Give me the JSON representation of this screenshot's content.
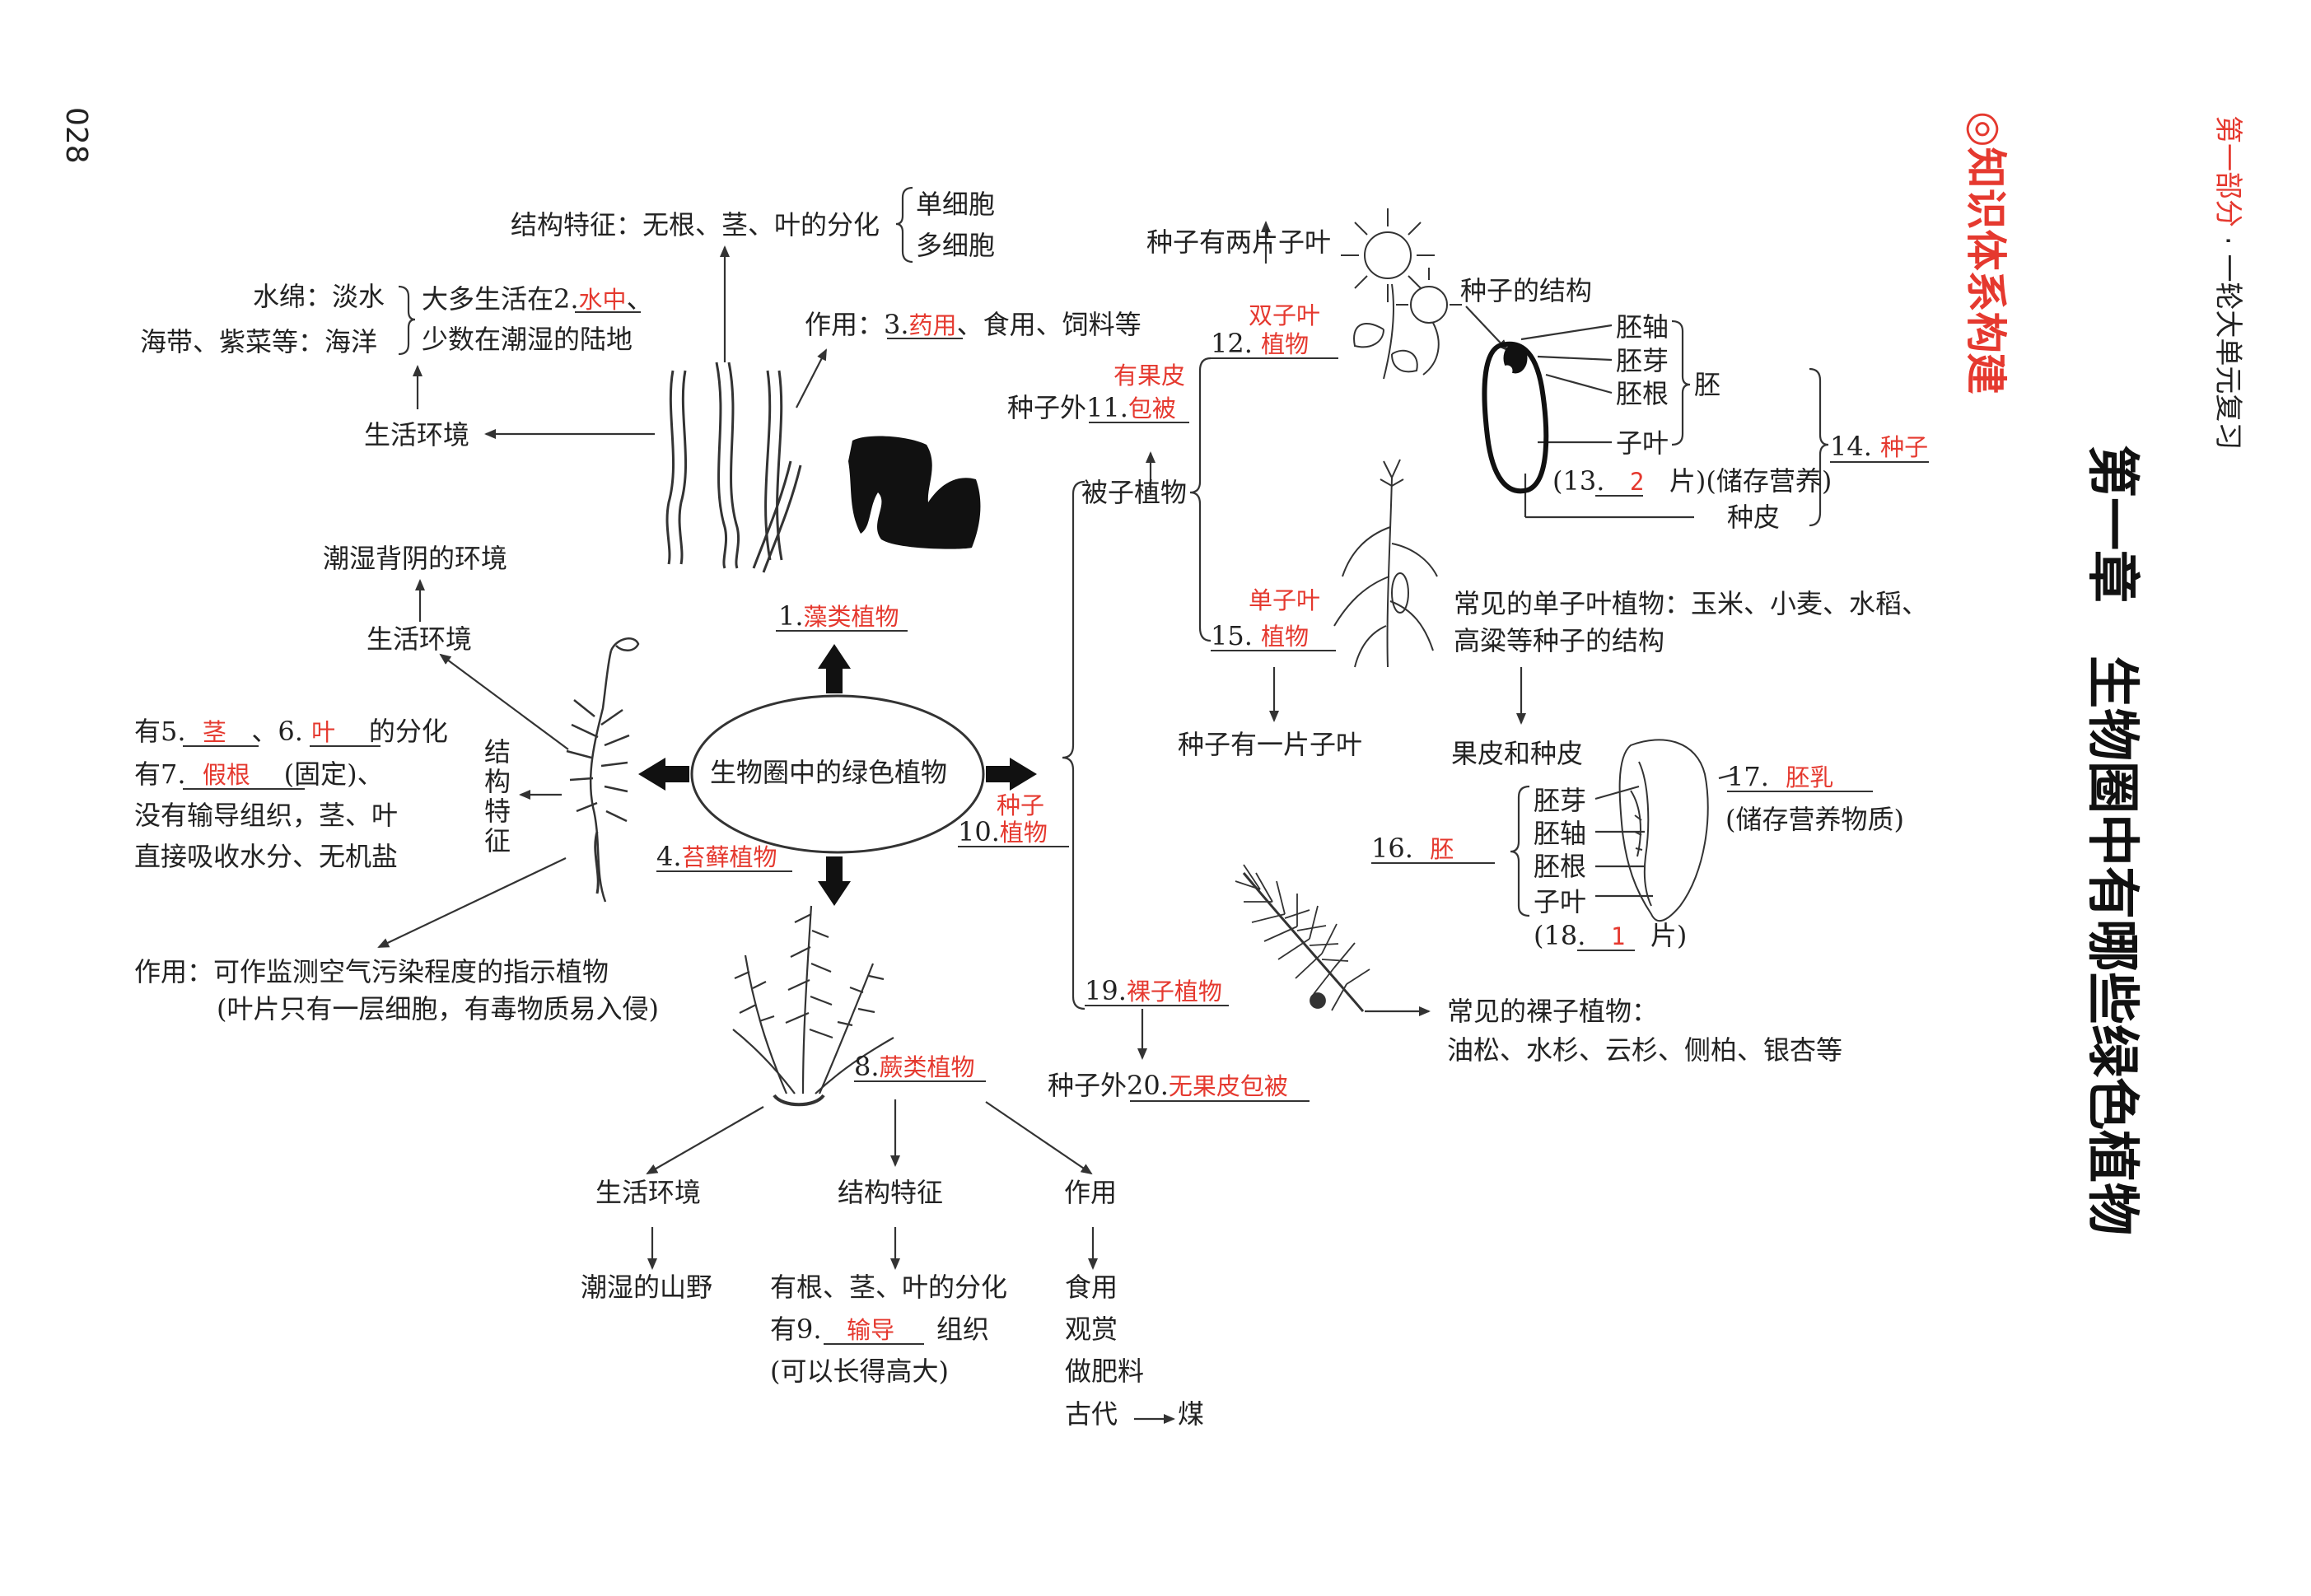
{
  "header": {
    "part": "第一部分",
    "dot": "·",
    "title": "一轮大单元复习"
  },
  "page_number": "028",
  "section_title": "◎知识体系构建",
  "chapter_title": "第一章　生物圈中有哪些绿色植物",
  "center": "生物圈中的绿色植物",
  "algae": {
    "num": "1.",
    "answer": "藻类植物",
    "structure": "结构特征：无根、茎、叶的分化",
    "single": "单细胞",
    "multi": "多细胞",
    "shuimian": "水绵：淡水",
    "haidai": "海带、紫菜等：海洋",
    "habitat_pre": "大多生活在2.",
    "habitat_ans": "水中",
    "habitat_post": "、",
    "habitat2": "少数在潮湿的陆地",
    "habitat_label": "生活环境",
    "use_pre": "作用：3.",
    "use_ans": "药用",
    "use_post": "、食用、饲料等"
  },
  "moss": {
    "num": "4.",
    "answer": "苔藓植物",
    "env": "潮湿背阴的环境",
    "habitat_label": "生活环境",
    "struct_label": "结构特征",
    "line1_pre": "有5.",
    "ans5": "茎",
    "line1_mid": "、6.",
    "ans6": "叶",
    "line1_post": "的分化",
    "line2_pre": "有7.",
    "ans7": "假根",
    "line2_post": "(固定)、",
    "line3": "没有输导组织，茎、叶",
    "line4": "直接吸收水分、无机盐",
    "use1": "作用：可作监测空气污染程度的指示植物",
    "use2": "(叶片只有一层细胞，有毒物质易入侵)"
  },
  "fern": {
    "num": "8.",
    "answer": "蕨类植物",
    "habitat_label": "生活环境",
    "struct_label": "结构特征",
    "use_label": "作用",
    "habitat": "潮湿的山野",
    "struct1": "有根、茎、叶的分化",
    "struct2_pre": "有9.",
    "ans9": "输导",
    "struct2_post": "组织",
    "struct3": "(可以长得高大)",
    "uses": [
      "食用",
      "观赏",
      "做肥料"
    ],
    "ancient": "古代",
    "coal": "煤"
  },
  "seed": {
    "num": "10.",
    "answer1": "种子",
    "answer2": "植物",
    "angio": "被子植物",
    "outside_pre": "种子外11.",
    "ans11a": "有果皮",
    "ans11b": "包被",
    "dicot_num": "12.",
    "dicot_ans1": "双子叶",
    "dicot_ans2": "植物",
    "two_cot": "种子有两片子叶",
    "seed_struct": "种子的结构",
    "parts": [
      "胚轴",
      "胚芽",
      "胚根",
      "子叶"
    ],
    "embryo": "胚",
    "n13_pre": "(13.",
    "ans13": "2",
    "n13_post": "片)(储存营养)",
    "coat": "种皮",
    "n14": "14.",
    "ans14": "种子",
    "mono_num": "15.",
    "mono_ans1": "单子叶",
    "mono_ans2": "植物",
    "mono_common1": "常见的单子叶植物：玉米、小麦、水稻、",
    "mono_common2": "高粱等种子的结构",
    "one_cot": "种子有一片子叶",
    "pericarp": "果皮和种皮",
    "n16": "16.",
    "ans16": "胚",
    "mono_parts": [
      "胚芽",
      "胚轴",
      "胚根",
      "子叶"
    ],
    "n17": "17.",
    "ans17": "胚乳",
    "n17_note": "(储存营养物质)",
    "n18_pre": "(18.",
    "ans18": "1",
    "n18_post": "片)",
    "gymno_num": "19.",
    "gymno_ans": "裸子植物",
    "gymno_common1": "常见的裸子植物：",
    "gymno_common2": "油松、水杉、云杉、侧柏、银杏等",
    "outside20_pre": "种子外20.",
    "ans20": "无果皮包被"
  }
}
